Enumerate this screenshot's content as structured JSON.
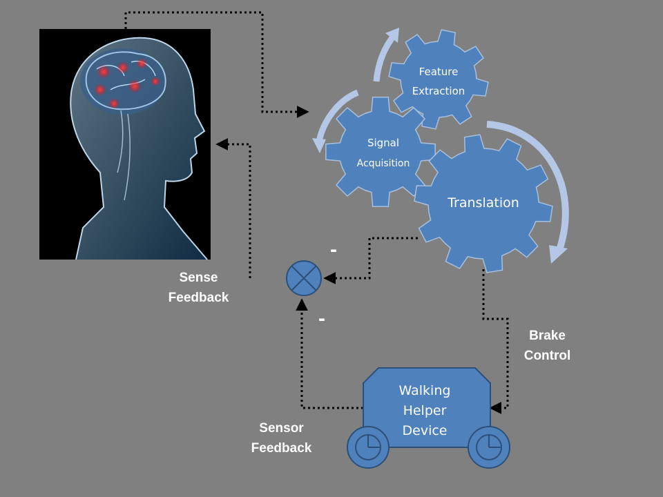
{
  "diagram": {
    "nodes": {
      "signal": {
        "line1": "Signal",
        "line2": "Acquisition"
      },
      "feature": {
        "line1": "Feature",
        "line2": "Extraction"
      },
      "translation": {
        "label": "Translation"
      },
      "device": {
        "line1": "Walking",
        "line2": "Helper",
        "line3": "Device"
      }
    },
    "labels": {
      "sense_feedback_1": "Sense",
      "sense_feedback_2": "Feedback",
      "brake_control_1": "Brake",
      "brake_control_2": "Control",
      "sensor_feedback_1": "Sensor",
      "sensor_feedback_2": "Feedback",
      "minus_top": "-",
      "minus_bottom": "-"
    },
    "colors": {
      "background": "#808080",
      "gear_fill": "#4f81bd",
      "gear_stroke": "#a7c0de",
      "arc_arrow": "#b4c7e7",
      "connector": "#000000",
      "text": "#ffffff"
    }
  }
}
